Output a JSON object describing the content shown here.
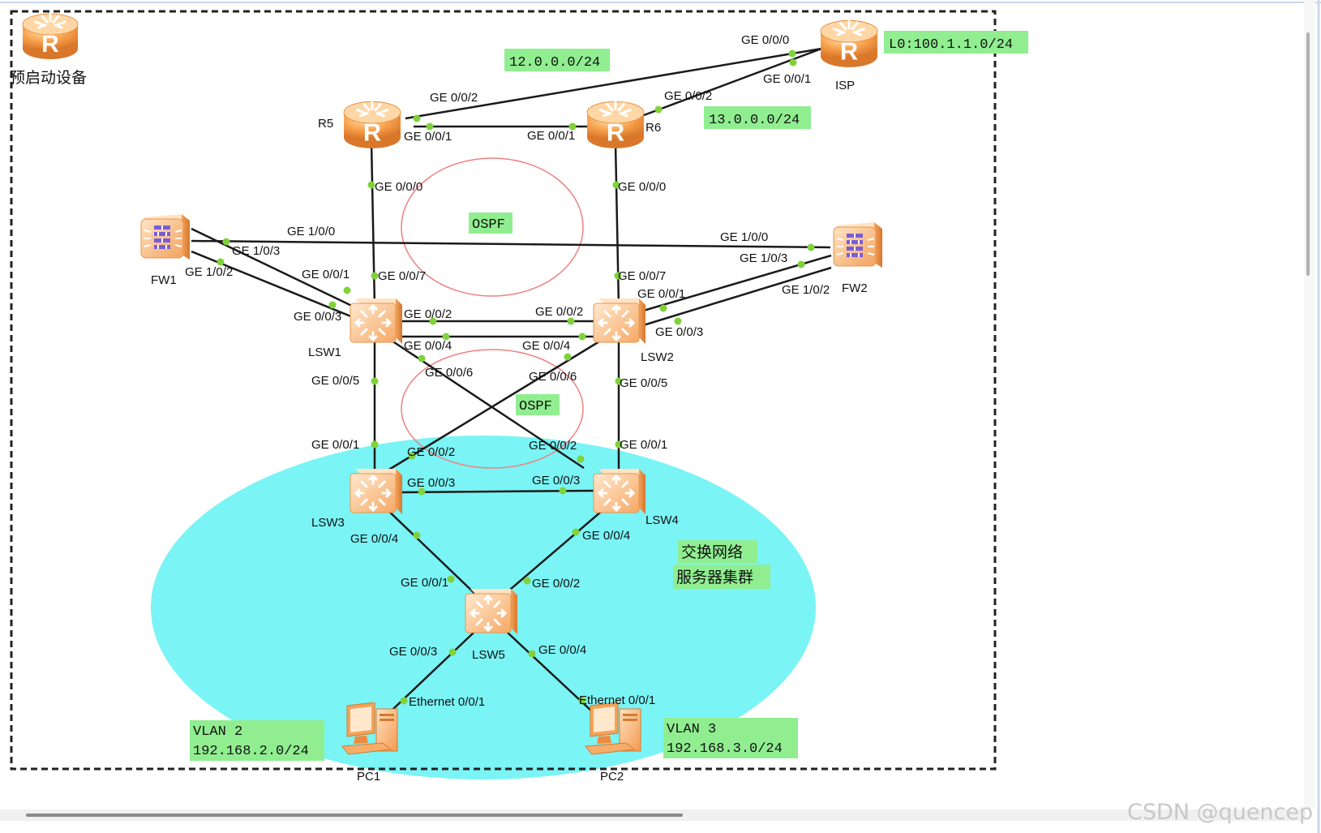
{
  "pre_start_device": "预启动设备",
  "devices": {
    "isp": "ISP",
    "r5": "R5",
    "r6": "R6",
    "fw1": "FW1",
    "fw2": "FW2",
    "lsw1": "LSW1",
    "lsw2": "LSW2",
    "lsw3": "LSW3",
    "lsw4": "LSW4",
    "lsw5": "LSW5",
    "pc1": "PC1",
    "pc2": "PC2"
  },
  "ports": {
    "isp_ge000": "GE 0/0/0",
    "isp_ge001": "GE 0/0/1",
    "r5_ge002": "GE 0/0/2",
    "r5_ge001": "GE 0/0/1",
    "r5_ge000": "GE 0/0/0",
    "r6_ge002": "GE 0/0/2",
    "r6_ge001": "GE 0/0/1",
    "r6_ge000": "GE 0/0/0",
    "fw1_ge100": "GE 1/0/0",
    "fw1_ge103": "GE 1/0/3",
    "fw1_ge102": "GE 1/0/2",
    "fw2_ge100": "GE 1/0/0",
    "fw2_ge103": "GE 1/0/3",
    "fw2_ge102": "GE 1/0/2",
    "lsw1_ge001": "GE 0/0/1",
    "lsw1_ge007": "GE 0/0/7",
    "lsw1_ge003": "GE 0/0/3",
    "lsw1_ge002": "GE 0/0/2",
    "lsw1_ge004": "GE 0/0/4",
    "lsw1_ge006": "GE 0/0/6",
    "lsw1_ge005": "GE 0/0/5",
    "lsw2_ge007": "GE 0/0/7",
    "lsw2_ge001": "GE 0/0/1",
    "lsw2_ge002": "GE 0/0/2",
    "lsw2_ge004": "GE 0/0/4",
    "lsw2_ge003": "GE 0/0/3",
    "lsw2_ge006": "GE 0/0/6",
    "lsw2_ge005": "GE 0/0/5",
    "lsw3_ge001": "GE 0/0/1",
    "lsw3_ge002": "GE 0/0/2",
    "lsw3_ge003": "GE 0/0/3",
    "lsw3_ge004": "GE 0/0/4",
    "lsw4_ge002": "GE 0/0/2",
    "lsw4_ge001": "GE 0/0/1",
    "lsw4_ge003": "GE 0/0/3",
    "lsw4_ge004": "GE 0/0/4",
    "lsw5_ge001": "GE 0/0/1",
    "lsw5_ge002": "GE 0/0/2",
    "lsw5_ge003": "GE 0/0/3",
    "lsw5_ge004": "GE 0/0/4",
    "pc1_eth": "Ethernet 0/0/1",
    "pc2_eth": "Ethernet 0/0/1"
  },
  "tags": {
    "net12": "12.0.0.0/24",
    "net13": "13.0.0.0/24",
    "loopback": "L0:100.1.1.0/24",
    "ospf_top": "OSPF",
    "ospf_bottom": "OSPF",
    "cluster_line1": "交换网络",
    "cluster_line2": "服务器集群",
    "vlan2_line1": "VLAN 2",
    "vlan2_line2": "192.168.2.0/24",
    "vlan3_line1": "VLAN 3",
    "vlan3_line2": "192.168.3.0/24"
  },
  "watermark": "CSDN @quencep",
  "colors": {
    "tag_fill": "#90ee90",
    "cluster_fill": "#7af4f5",
    "link_dot": "#7fd23a",
    "device_orange": "#f5a050",
    "ospf_ring": "#f08080"
  }
}
